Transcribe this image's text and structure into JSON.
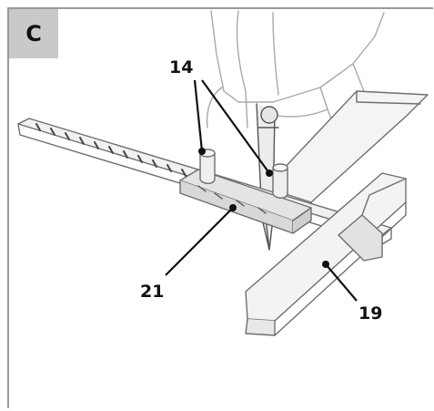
{
  "figure": {
    "panel_label": "C",
    "callouts": [
      {
        "id": "14",
        "text": "14"
      },
      {
        "id": "21",
        "text": "21"
      },
      {
        "id": "19",
        "text": "19"
      }
    ]
  }
}
